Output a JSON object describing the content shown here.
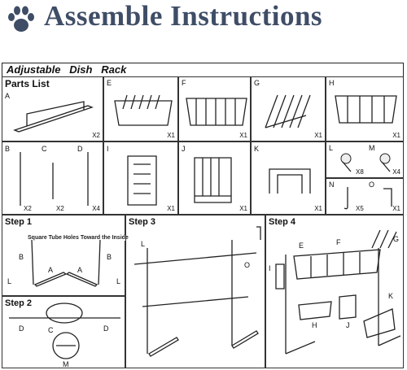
{
  "header": {
    "title": "Assemble Instructions",
    "icon": "paw-icon",
    "color": "#3f4d66"
  },
  "sheet": {
    "subtitle": "Adjustable   Dish   Rack",
    "parts_heading": "Parts List"
  },
  "parts": [
    {
      "letter": "A",
      "qty": "X2"
    },
    {
      "letter": "E",
      "qty": "X1"
    },
    {
      "letter": "F",
      "qty": "X1"
    },
    {
      "letter": "G",
      "qty": "X1"
    },
    {
      "letter": "H",
      "qty": "X1"
    },
    {
      "letter": "B",
      "qty": "X2"
    },
    {
      "letter": "C",
      "qty": "X2"
    },
    {
      "letter": "D",
      "qty": "X4"
    },
    {
      "letter": "I",
      "qty": "X1"
    },
    {
      "letter": "J",
      "qty": "X1"
    },
    {
      "letter": "K",
      "qty": "X1"
    },
    {
      "letter": "L",
      "qty": "X8"
    },
    {
      "letter": "M",
      "qty": "X4"
    },
    {
      "letter": "N",
      "qty": "X5"
    },
    {
      "letter": "O",
      "qty": "X1"
    }
  ],
  "steps": {
    "s1": {
      "label": "Step 1",
      "note": "Square Tube Holes Toward the Inside",
      "callouts": [
        "B",
        "B",
        "A",
        "A",
        "L",
        "L"
      ]
    },
    "s2": {
      "label": "Step 2",
      "callouts": [
        "D",
        "C",
        "D",
        "M"
      ]
    },
    "s3": {
      "label": "Step 3",
      "callouts": [
        "L",
        "O"
      ]
    },
    "s4": {
      "label": "Step 4",
      "callouts": [
        "E",
        "F",
        "G",
        "I",
        "H",
        "J",
        "K"
      ]
    }
  }
}
